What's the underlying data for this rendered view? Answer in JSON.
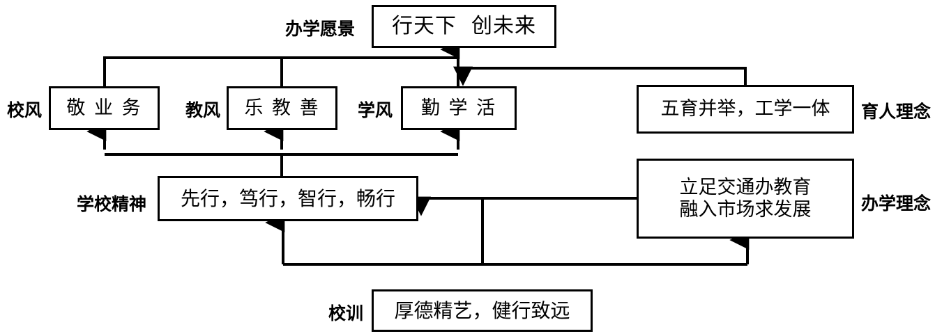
{
  "diagram": {
    "title": "School culture system diagram",
    "stroke_color": "#000000",
    "background_color": "#ffffff",
    "nodes": {
      "vision": {
        "caption": "办学愿景",
        "text": "行天下  创未来"
      },
      "school_style": {
        "caption": "校风",
        "text": "敬 业 务"
      },
      "teach_style": {
        "caption": "教风",
        "text": "乐 教 善"
      },
      "learn_style": {
        "caption": "学风",
        "text": "勤 学 活"
      },
      "education": {
        "caption": "育人理念",
        "text": "五育并举，工学一体"
      },
      "spirit": {
        "caption": "学校精神",
        "text": "先行，笃行，智行，畅行"
      },
      "philosophy": {
        "caption": "办学理念",
        "line1": "立足交通办教育",
        "line2": "融入市场求发展"
      },
      "motto": {
        "caption": "校训",
        "text": "厚德精艺，健行致远"
      }
    }
  }
}
